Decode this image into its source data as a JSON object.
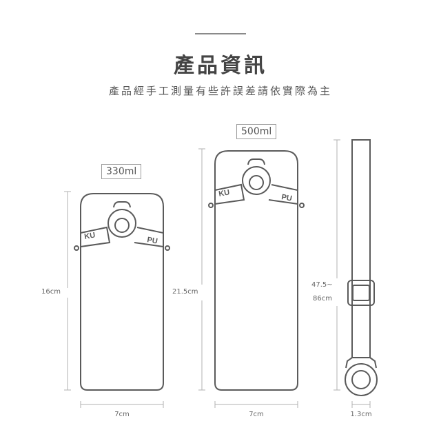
{
  "header": {
    "title": "產品資訊",
    "subtitle": "產品經手工測量有些許誤差請依實際為主"
  },
  "products": [
    {
      "capacity": "330ml",
      "height": "16cm",
      "width": "7cm",
      "badge_left": "KU",
      "badge_right": "PU"
    },
    {
      "capacity": "500ml",
      "height": "21.5cm",
      "width": "7cm",
      "badge_left": "KU",
      "badge_right": "PU"
    }
  ],
  "strap": {
    "length_line1": "47.5~",
    "length_line2": "86cm",
    "width": "1.3cm"
  },
  "colors": {
    "outline": "#5a5a5a",
    "dimension_line": "#b0b0b0",
    "text": "#444444"
  },
  "icons": [
    "bottle-330-icon",
    "bottle-500-icon",
    "strap-icon"
  ]
}
